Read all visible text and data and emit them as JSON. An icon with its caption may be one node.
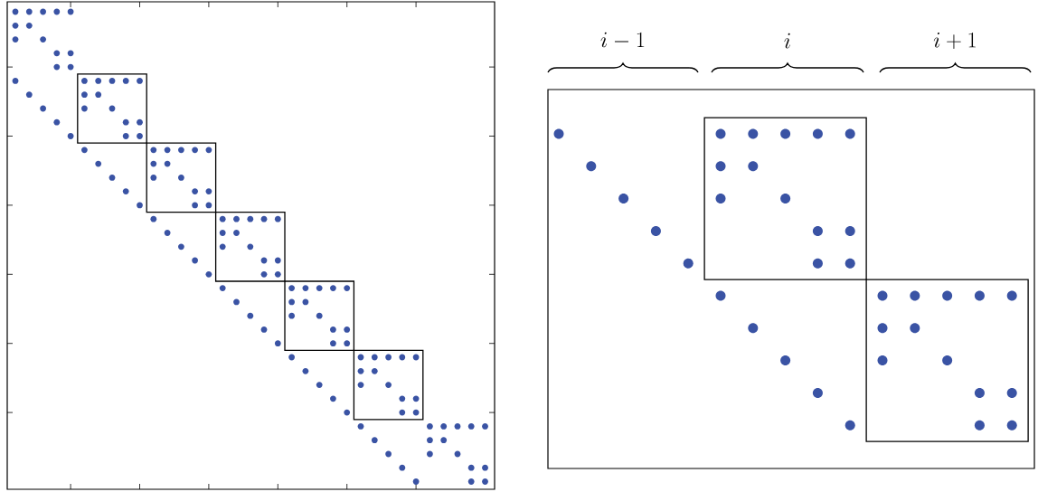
{
  "diagram": {
    "labels": [
      "i-1",
      "i",
      "i+1"
    ]
  }
}
